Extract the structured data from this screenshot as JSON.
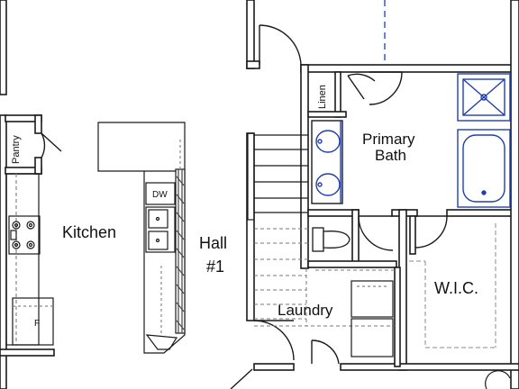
{
  "rooms": {
    "kitchen": "Kitchen",
    "hall_line1": "Hall",
    "hall_line2": "#1",
    "laundry": "Laundry",
    "primary_bath_line1": "Primary",
    "primary_bath_line2": "Bath",
    "wic": "W.I.C.",
    "pantry": "Pantry",
    "linen": "Linen"
  },
  "fixtures": {
    "dishwasher": "DW",
    "fridge": "F"
  },
  "colors": {
    "wall": "#1a1a1a",
    "plumbing": "#1f3fb0",
    "dash": "#1f3fb0"
  }
}
